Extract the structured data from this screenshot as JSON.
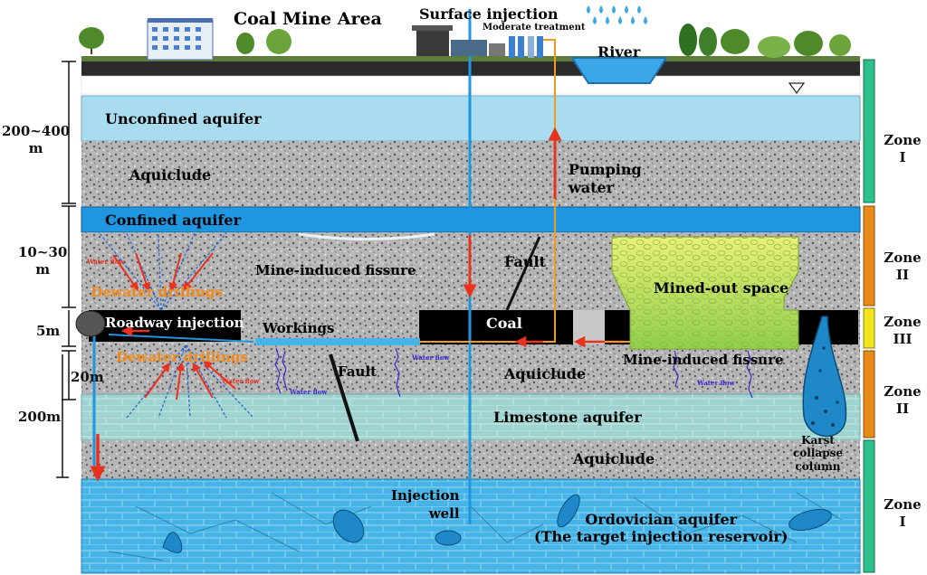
{
  "labels": {
    "coal_mine_area": "Coal Mine Area",
    "surface_injection": "Surface injection",
    "moderate_treatment": "Moderate treatment",
    "river": "River",
    "unconfined_aquifer": "Unconfined aquifer",
    "aquiclude_upper": "Aquiclude",
    "pumping_water": "Pumping\nwater",
    "confined_aquifer": "Confined aquifer",
    "mine_induced_fissure_left": "Mine-induced fissure",
    "fault_upper": "Fault",
    "dewater_drillings_upper": "Dewater drillings",
    "mined_out_space": "Mined-out space",
    "roadway_injection": "Roadway injection",
    "workings": "Workings",
    "coal": "Coal",
    "dewater_drillings_lower": "Dewater drillings",
    "fault_lower": "Fault",
    "aquiclude_middle": "Aquiclude",
    "mine_induced_fissure_right": "Mine-induced fissure",
    "limestone_aquifer": "Limestone aquifer",
    "aquiclude_lower": "Aquiclude",
    "karst_collapse_column": "Karst\ncollapse\ncolumn",
    "injection_well": "Injection\nwell",
    "ordovician_aquifer": "Ordovician aquifer\n(The target injection reservoir)",
    "water_flow": "Water flow"
  },
  "dimensions": {
    "d1": "200~400\nm",
    "d2": "10~30\nm",
    "d3": "5m",
    "d4": "20m",
    "d5": "200m"
  },
  "zones": {
    "z1_top": "Zone\nI",
    "z2_upper": "Zone\nII",
    "z3": "Zone\nIII",
    "z2_lower": "Zone\nII",
    "z1_bottom": "Zone\nI"
  },
  "colors": {
    "unconfined_aquifer": "#a9dcef",
    "confined_aquifer": "#1e96e0",
    "aquiclude": "#b9b9b9",
    "coal": "#000000",
    "limestone_aquifer": "#9fd3d0",
    "ordovician_aquifer": "#46b4e6",
    "mined_out_space": "#cfe25a",
    "zone_I": "#2ec08a",
    "zone_II": "#e68a1a",
    "zone_III": "#f1e41e",
    "arrow_red": "#e8321e",
    "pipe_orange": "#f09a1e",
    "dewater_text": "#f08a1e",
    "river": "#3aa8e8"
  }
}
